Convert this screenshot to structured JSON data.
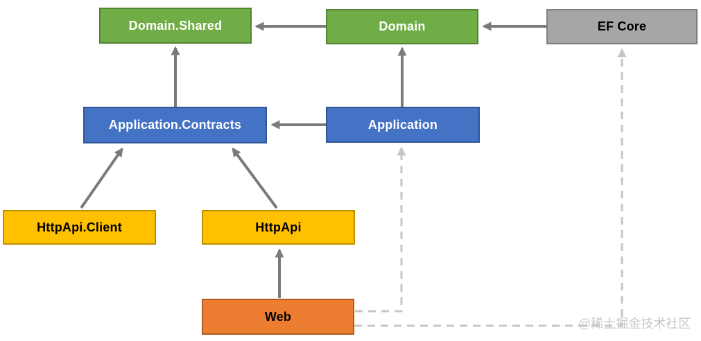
{
  "diagram": {
    "nodes": {
      "domain_shared": {
        "label": "Domain.Shared",
        "fill": "#70AD47",
        "border": "#548235",
        "text_color": "#FFFFFF"
      },
      "domain": {
        "label": "Domain",
        "fill": "#70AD47",
        "border": "#548235",
        "text_color": "#FFFFFF"
      },
      "ef_core": {
        "label": "EF Core",
        "fill": "#A6A6A6",
        "border": "#7F7F7F",
        "text_color": "#000000"
      },
      "application_contracts": {
        "label": "Application.Contracts",
        "fill": "#4472C4",
        "border": "#2F5597",
        "text_color": "#FFFFFF"
      },
      "application": {
        "label": "Application",
        "fill": "#4472C4",
        "border": "#2F5597",
        "text_color": "#FFFFFF"
      },
      "httpapi_client": {
        "label": "HttpApi.Client",
        "fill": "#FFC000",
        "border": "#BF8F00",
        "text_color": "#000000"
      },
      "httpapi": {
        "label": "HttpApi",
        "fill": "#FFC000",
        "border": "#BF8F00",
        "text_color": "#000000"
      },
      "web": {
        "label": "Web",
        "fill": "#ED7D31",
        "border": "#AE5A21",
        "text_color": "#000000"
      }
    },
    "edges": [
      {
        "from": "Domain",
        "to": "Domain.Shared",
        "style": "solid"
      },
      {
        "from": "EF Core",
        "to": "Domain",
        "style": "solid"
      },
      {
        "from": "Application.Contracts",
        "to": "Domain.Shared",
        "style": "solid"
      },
      {
        "from": "Application",
        "to": "Domain",
        "style": "solid"
      },
      {
        "from": "Application",
        "to": "Application.Contracts",
        "style": "solid"
      },
      {
        "from": "HttpApi.Client",
        "to": "Application.Contracts",
        "style": "solid"
      },
      {
        "from": "HttpApi",
        "to": "Application.Contracts",
        "style": "solid"
      },
      {
        "from": "Web",
        "to": "HttpApi",
        "style": "solid"
      },
      {
        "from": "Web",
        "to": "Application",
        "style": "dashed"
      },
      {
        "from": "Web",
        "to": "EF Core",
        "style": "dashed"
      }
    ],
    "connector_colors": {
      "solid": "#7A7A7A",
      "dashed": "#C6C6C6"
    },
    "watermark": "@稀土掘金技术社区"
  }
}
